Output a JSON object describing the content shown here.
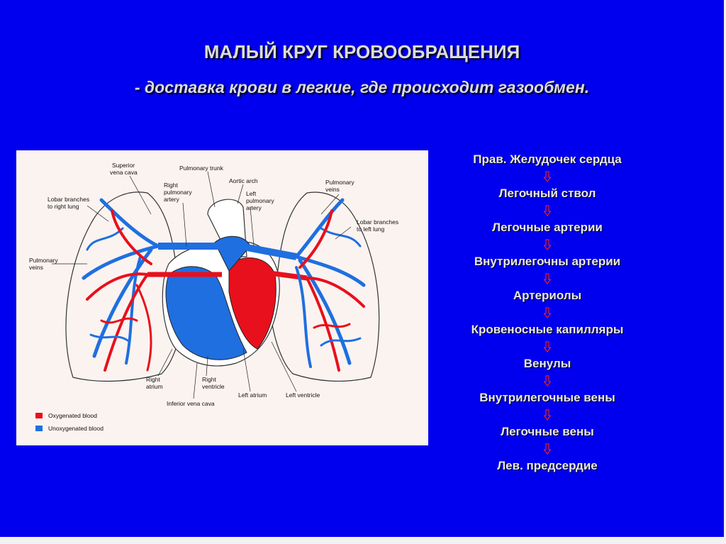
{
  "slide": {
    "title": "МАЛЫЙ КРУГ КРОВООБРАЩЕНИЯ",
    "subtitle": "- доставка крови в легкие, где происходит газообмен."
  },
  "figure": {
    "labels": {
      "superior_vena_cava_1": "Superior",
      "superior_vena_cava_2": "vena cava",
      "pulmonary_trunk": "Pulmonary trunk",
      "aortic_arch": "Aortic arch",
      "right_pulmonary_artery_1": "Right",
      "right_pulmonary_artery_2": "pulmonary",
      "right_pulmonary_artery_3": "artery",
      "left_pulmonary_artery_1": "Left",
      "left_pulmonary_artery_2": "pulmonary",
      "left_pulmonary_artery_3": "artery",
      "pulmonary_veins_top_1": "Pulmonary",
      "pulmonary_veins_top_2": "veins",
      "lobar_right_1": "Lobar branches",
      "lobar_right_2": "to right lung",
      "lobar_left_1": "Lobar branches",
      "lobar_left_2": "to left lung",
      "pulmonary_veins_left_1": "Pulmonary",
      "pulmonary_veins_left_2": "veins",
      "right_atrium_1": "Right",
      "right_atrium_2": "atrium",
      "right_ventricle_1": "Right",
      "right_ventricle_2": "ventricle",
      "left_atrium": "Left atrium",
      "left_ventricle": "Left ventricle",
      "inferior_vena_cava": "Inferior vena cava"
    },
    "legend": {
      "oxygenated": "Oxygenated blood",
      "unoxygenated": "Unoxygenated blood"
    }
  },
  "flow": {
    "steps": [
      "Прав. Желудочек сердца",
      "Легочный ствол",
      "Легочные артерии",
      "Внутрилегочны артерии",
      "Артериолы",
      "Кровеносные капилляры",
      "Венулы",
      "Внутрилегочные вены",
      "Легочные вены",
      "Лев. предсердие"
    ]
  },
  "colors": {
    "background": "#0000ee",
    "oxygenated": "#e8101c",
    "unoxygenated": "#1f6fe0",
    "arrow": "#e0202a"
  },
  "icons": {
    "flow_arrow": "down-outline-arrow-icon"
  }
}
